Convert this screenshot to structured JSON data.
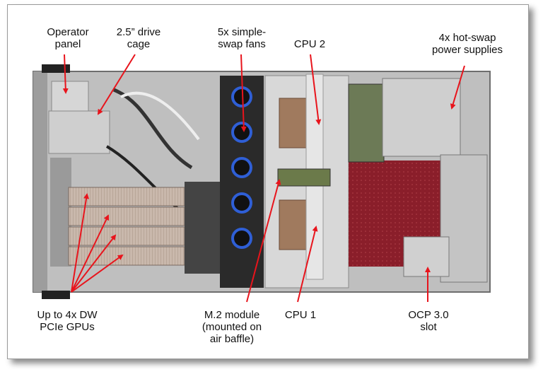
{
  "labels": {
    "operator_panel": [
      "Operator",
      "panel"
    ],
    "drive_cage": [
      "2.5” drive",
      "cage"
    ],
    "fans": [
      "5x simple-",
      "swap fans"
    ],
    "cpu2": [
      "CPU 2"
    ],
    "power_supplies": [
      "4x hot-swap",
      "power supplies"
    ],
    "gpus": [
      "Up to 4x DW",
      "PCIe GPUs"
    ],
    "m2_module": [
      "M.2 module",
      "(mounted on",
      "air baffle)"
    ],
    "cpu1": [
      "CPU 1"
    ],
    "ocp": [
      "OCP 3.0",
      "slot"
    ]
  },
  "colors": {
    "arrow": "#e8141c",
    "chassis": "#bfbfbf",
    "motherboard": "#8a1e2a",
    "gpu": "#c9b8ac",
    "fan": "#2a2a2a",
    "fan_ring": "#2f5fd6"
  }
}
